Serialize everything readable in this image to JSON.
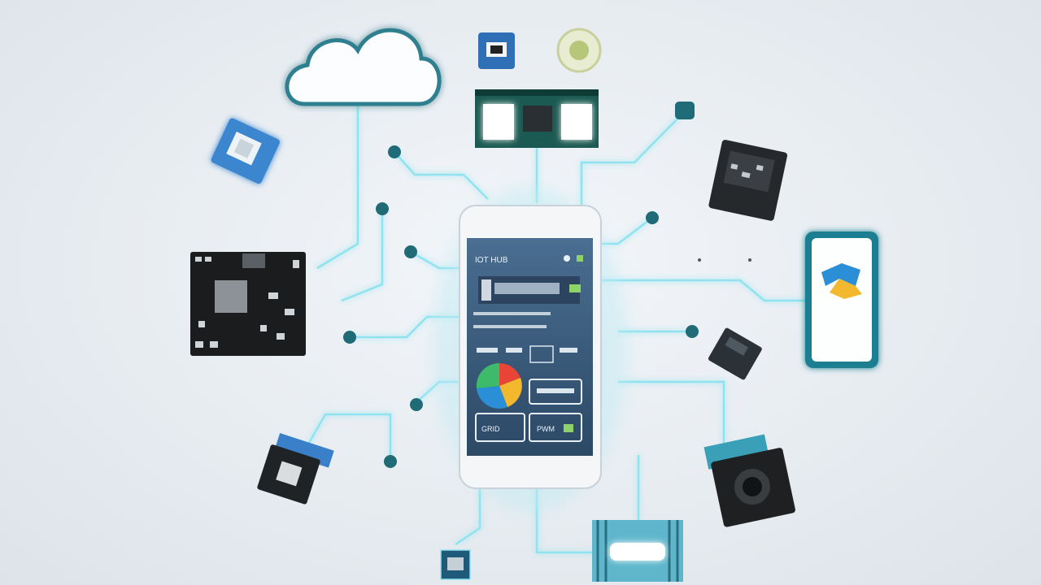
{
  "scene": {
    "description_type": "iot-illustration",
    "colors": {
      "background": "#e6ebf0",
      "circuit_line": "#8fe3f0",
      "node": "#1f6b78",
      "screen_bg": "#3b5a7a",
      "phone_frame": "#f4f6f8",
      "accent_blue": "#2a8fd6",
      "accent_yellow": "#f3b82e"
    },
    "phone_screen": {
      "title": "IOT HUB",
      "tile_labels": [
        "GRID",
        "PWM"
      ]
    }
  }
}
